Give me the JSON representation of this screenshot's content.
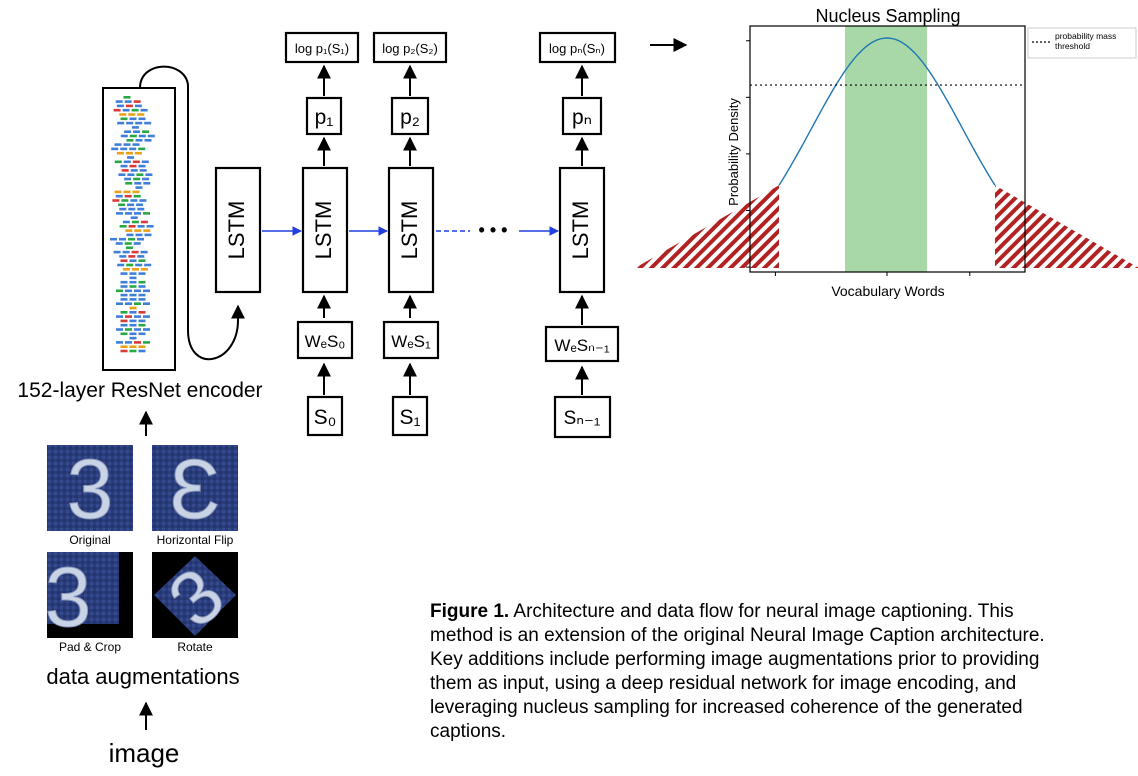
{
  "encoder_label": "152-layer ResNet encoder",
  "augmentations": {
    "images": [
      {
        "label": "Original",
        "glyph": "3"
      },
      {
        "label": "Horizontal Flip",
        "glyph": "Ɛ"
      },
      {
        "label": "Pad & Crop",
        "glyph": "3"
      },
      {
        "label": "Rotate",
        "glyph": "3"
      }
    ],
    "title": "data augmentations",
    "input_label": "image"
  },
  "decoder": {
    "lstm_label": "LSTM",
    "ellipsis": "• • •",
    "steps": [
      {
        "output": "log p₁(S₁)",
        "prob": "p₁",
        "embed": "WₑS₀",
        "input": "S₀"
      },
      {
        "output": "log p₂(S₂)",
        "prob": "p₂",
        "embed": "WₑS₁",
        "input": "S₁"
      },
      {
        "output": "log pₙ(Sₙ)",
        "prob": "pₙ",
        "embed": "WₑSₙ₋₁",
        "input": "Sₙ₋₁"
      }
    ]
  },
  "chart_data": {
    "type": "line",
    "title": "Nucleus Sampling",
    "xlabel": "Vocabulary Words",
    "ylabel": "Probability Density",
    "legend": [
      {
        "name": "probability mass threshold",
        "style": "dotted"
      }
    ],
    "legend_position": "outside-right",
    "threshold_fraction": 0.76,
    "highlight_band": {
      "from": -0.5,
      "to": 0.5,
      "color": "#a8d8a8"
    },
    "tails": {
      "left_below": -1.5,
      "right_above": 1.5,
      "color": "#b22222"
    },
    "curve_color": "#1f77b4",
    "grid": false
  },
  "caption": {
    "lead": "Figure 1.",
    "text": " Architecture and data flow for neural image captioning. This method is an extension of the original Neural Image Caption architecture. Key additions include performing image augmentations prior to providing them as input, using a deep residual network for image encoding, and leveraging nucleus sampling for increased coherence of the generated captions."
  }
}
